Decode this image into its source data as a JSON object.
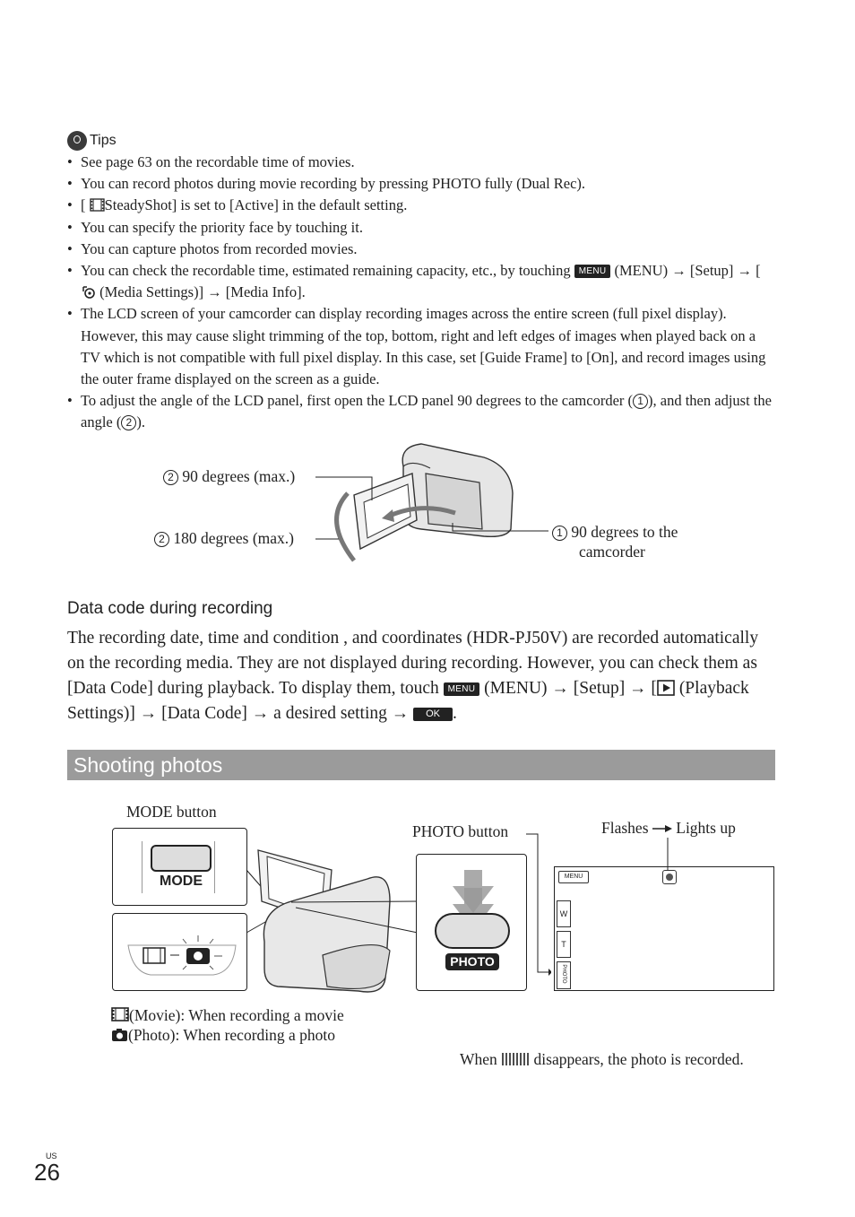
{
  "tips": {
    "header": "Tips",
    "items": [
      {
        "text": "See page 63 on the recordable time of movies."
      },
      {
        "text": "You can record photos during movie recording by pressing PHOTO fully (Dual Rec)."
      },
      {
        "pre": "[ ",
        "post": "SteadyShot] is set to [Active] in the default setting."
      },
      {
        "text": "You can specify the priority face by touching it."
      },
      {
        "text": "You can capture photos from recorded movies."
      },
      {
        "pre": "You can check the recordable time, estimated remaining capacity, etc., by touching ",
        "badge": "MENU",
        "post": " (MENU) → [Setup] → [",
        "post2": " (Media Settings)] → [Media Info]."
      },
      {
        "text": "The LCD screen of your camcorder can display recording images across the entire screen (full pixel display). However, this may cause slight trimming of the top, bottom, right and left edges of images when played back on a TV which is not compatible with full pixel display. In this case, set [Guide Frame] to [On], and record images using the outer frame displayed on the screen as a guide."
      },
      {
        "pre": "To adjust the angle of the LCD panel, first open the LCD panel 90 degrees to the camcorder (",
        "num1": "1",
        "mid": "), and then adjust the angle (",
        "num2": "2",
        "post": ")."
      }
    ]
  },
  "lcd_diagram": {
    "label_90": "90 degrees (max.)",
    "label_180": "180 degrees (max.)",
    "label_cam_line1": "90 degrees to the",
    "label_cam_line2": "camcorder",
    "num_1": "1",
    "num_2": "2"
  },
  "data_code": {
    "title": "Data code during recording",
    "body_pre": "The recording date, time and condition , and coordinates (HDR-PJ50V) are recorded automatically on the recording media. They are not displayed during recording. However, you can check them as [Data Code] during playback. To display them, touch ",
    "menu_badge": "MENU",
    "body_mid": " (MENU) → [Setup] → [",
    "body_post": " (Playback Settings)] → [Data Code] → a desired setting → ",
    "ok_badge": "OK",
    "body_end": "."
  },
  "section": {
    "title": "Shooting photos"
  },
  "photo_diagram": {
    "mode_button_label": "MODE button",
    "mode_key": "MODE",
    "photo_button_label": "PHOTO button",
    "photo_key": "PHOTO",
    "flash_label_a": "Flashes",
    "flash_label_b": "Lights up",
    "screen_menu": "MENU",
    "screen_w": "W",
    "screen_t": "T",
    "screen_photo": "PHOTO",
    "movie_note": "(Movie): When recording a movie",
    "photo_note": "(Photo): When recording a photo",
    "recorded_pre": "When ",
    "recorded_post": " disappears, the photo is recorded."
  },
  "footer": {
    "region": "US",
    "page": "26"
  }
}
